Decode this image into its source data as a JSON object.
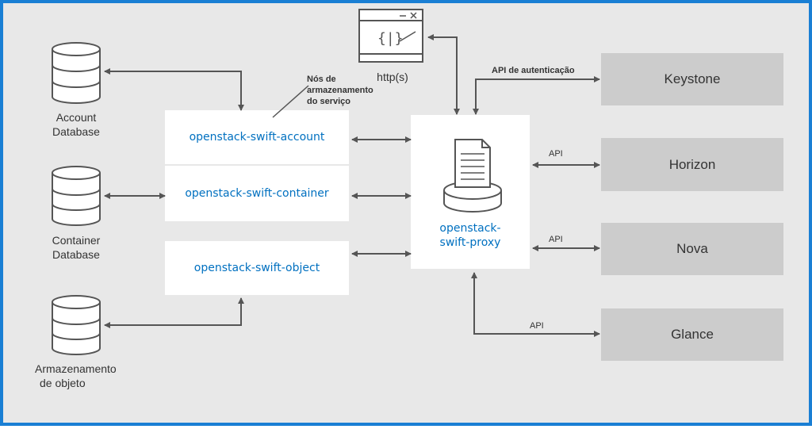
{
  "databases": {
    "account": {
      "line1": "Account",
      "line2": "Database"
    },
    "container": {
      "line1": "Container",
      "line2": "Database"
    },
    "object": {
      "line1": "Armazenamento",
      "line2": "de objeto"
    }
  },
  "services": {
    "account": "openstack-swift-account",
    "container": "openstack-swift-container",
    "object": "openstack-swift-object"
  },
  "proxy": {
    "line1": "openstack-",
    "line2": "swift-proxy"
  },
  "storage_note": {
    "line1": "Nós de",
    "line2": "armazenamento",
    "line3": "do serviço"
  },
  "http_label": "http(s)",
  "auth_api_label": "API de autenticação",
  "api_label": "API",
  "externals": {
    "keystone": "Keystone",
    "horizon": "Horizon",
    "nova": "Nova",
    "glance": "Glance"
  },
  "colors": {
    "border": "#1a7fd4",
    "background": "#e8e8e8",
    "service_text": "#0070c0",
    "external_box": "#cccccc",
    "arrow": "#555555"
  }
}
